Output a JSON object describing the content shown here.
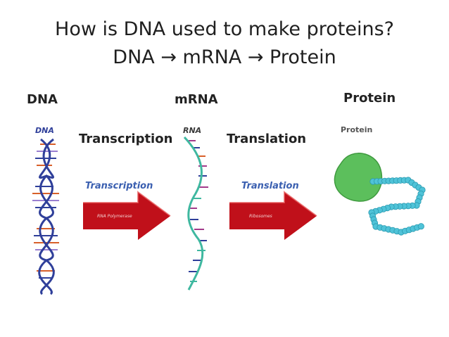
{
  "slide": {
    "title_line1": "How is DNA used to make proteins?",
    "title_line2": "DNA → mRNA → Protein",
    "labels": {
      "dna": "DNA",
      "mrna": "mRNA",
      "protein": "Protein",
      "transcription": "Transcription",
      "translation": "Translation"
    },
    "figure": {
      "dna_tag": "DNA",
      "rna_tag": "RNA",
      "protein_tag": "Protein",
      "transcription_arrow_title": "Transcription",
      "transcription_arrow_text": "RNA Polymerase",
      "translation_arrow_title": "Translation",
      "translation_arrow_text": "Ribosomes"
    },
    "colors": {
      "strand_blue": "#2f3f9a",
      "rna_green": "#3fb8a0",
      "arrow_red": "#c0101a",
      "arrow_title_blue": "#3a5fb0",
      "protein_green": "#5cbf5c",
      "chain_cyan": "#4fc3d8"
    }
  }
}
